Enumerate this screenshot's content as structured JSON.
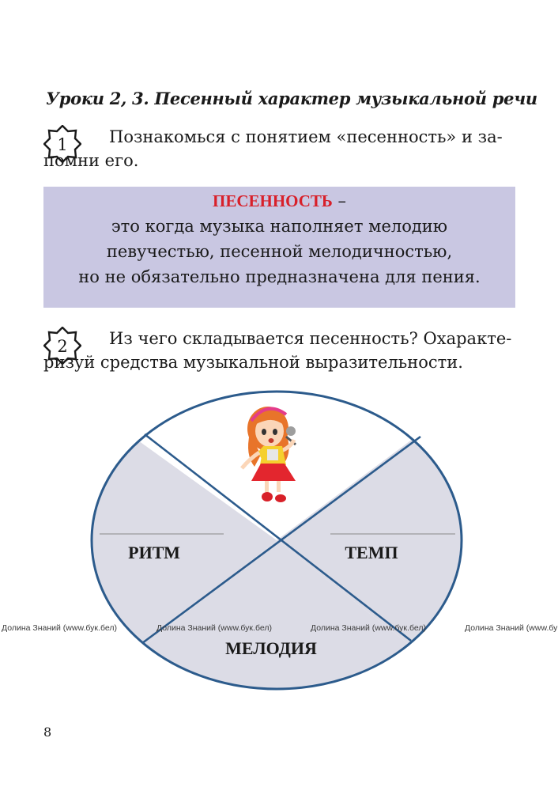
{
  "heading": "Уроки 2, 3. Песенный характер музыкальной речи",
  "task1": {
    "number": "1",
    "line1": "Познакомься с понятием «песенность» и за-",
    "line2": "помни его."
  },
  "definition": {
    "term": "ПЕСЕННОСТЬ",
    "dash": " –",
    "line1": "это когда музыка наполняет мелодию",
    "line2": "певучестью, песенной мелодичностью,",
    "line3": "но не обязательно предназначена для пения."
  },
  "task2": {
    "number": "2",
    "line1": "Из чего складывается песенность? Охаракте-",
    "line2": "ризуй средства музыкальной выразительности."
  },
  "diagram": {
    "labels": {
      "left": "РИТМ",
      "right": "ТЕМП",
      "bottom": "МЕЛОДИЯ"
    },
    "colors": {
      "outline": "#2c5b8c",
      "segment_fill": "#dcdce6",
      "answer_line": "#888888"
    }
  },
  "watermark": "Долина Знаний (www.бук.бел)",
  "page_number": "8"
}
